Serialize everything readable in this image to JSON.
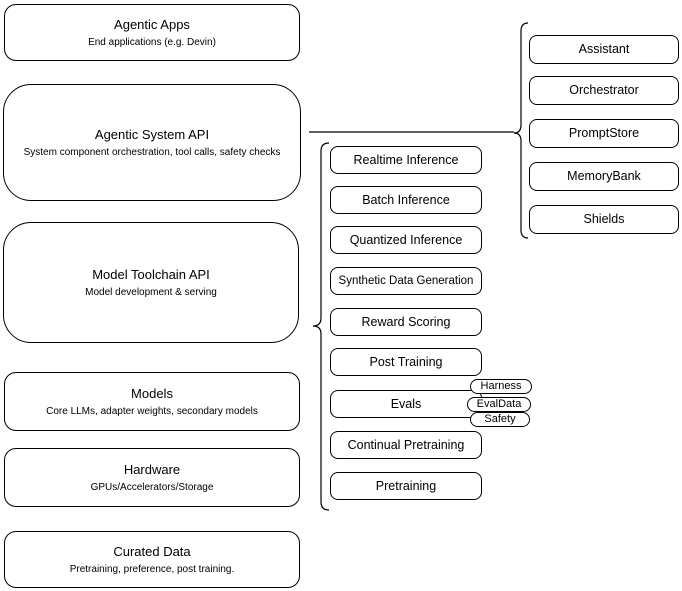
{
  "left_stack": [
    {
      "title": "Agentic Apps",
      "subtitle": "End applications (e.g. Devin)"
    },
    {
      "title": "Agentic System API",
      "subtitle": "System component orchestration, tool calls, safety checks"
    },
    {
      "title": "Model Toolchain API",
      "subtitle": "Model development & serving"
    },
    {
      "title": "Models",
      "subtitle": "Core LLMs, adapter weights, secondary models"
    },
    {
      "title": "Hardware",
      "subtitle": "GPUs/Accelerators/Storage"
    },
    {
      "title": "Curated Data",
      "subtitle": "Pretraining, preference, post training."
    }
  ],
  "toolchain_items": [
    "Realtime Inference",
    "Batch Inference",
    "Quantized Inference",
    "Synthetic Data Generation",
    "Reward Scoring",
    "Post Training",
    "Evals",
    "Continual Pretraining",
    "Pretraining"
  ],
  "evals_pills": [
    "Harness",
    "EvalData",
    "Safety"
  ],
  "system_components": [
    "Assistant",
    "Orchestrator",
    "PromptStore",
    "MemoryBank",
    "Shields"
  ],
  "colors": {
    "stroke": "#000000",
    "background": "#ffffff",
    "text": "#000000"
  }
}
